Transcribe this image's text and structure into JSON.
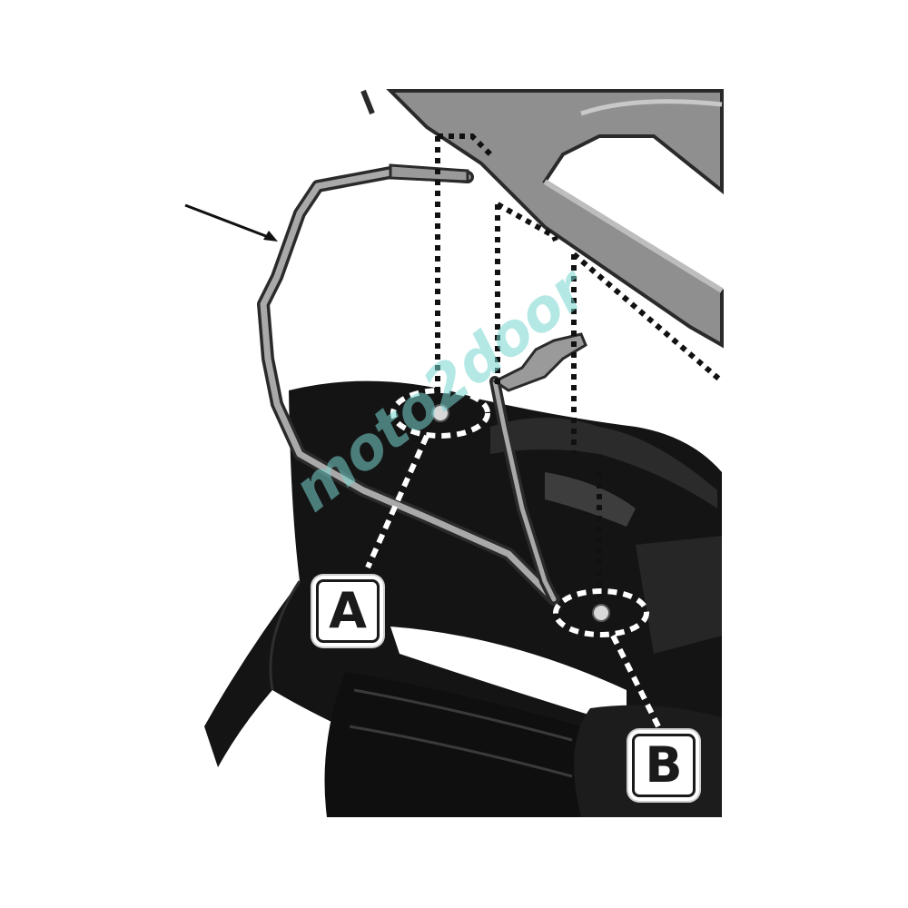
{
  "diagram": {
    "labels": {
      "a": "A",
      "b": "B"
    },
    "watermark": "moto2door",
    "colors": {
      "background": "#ffffff",
      "part": "#1a1a1a",
      "frame": "#6b6b6b",
      "bracket_fill": "#9a9a9a",
      "dotted_line": "#111111",
      "highlight_dash": "#ffffff",
      "watermark": "#78d6d0"
    }
  }
}
